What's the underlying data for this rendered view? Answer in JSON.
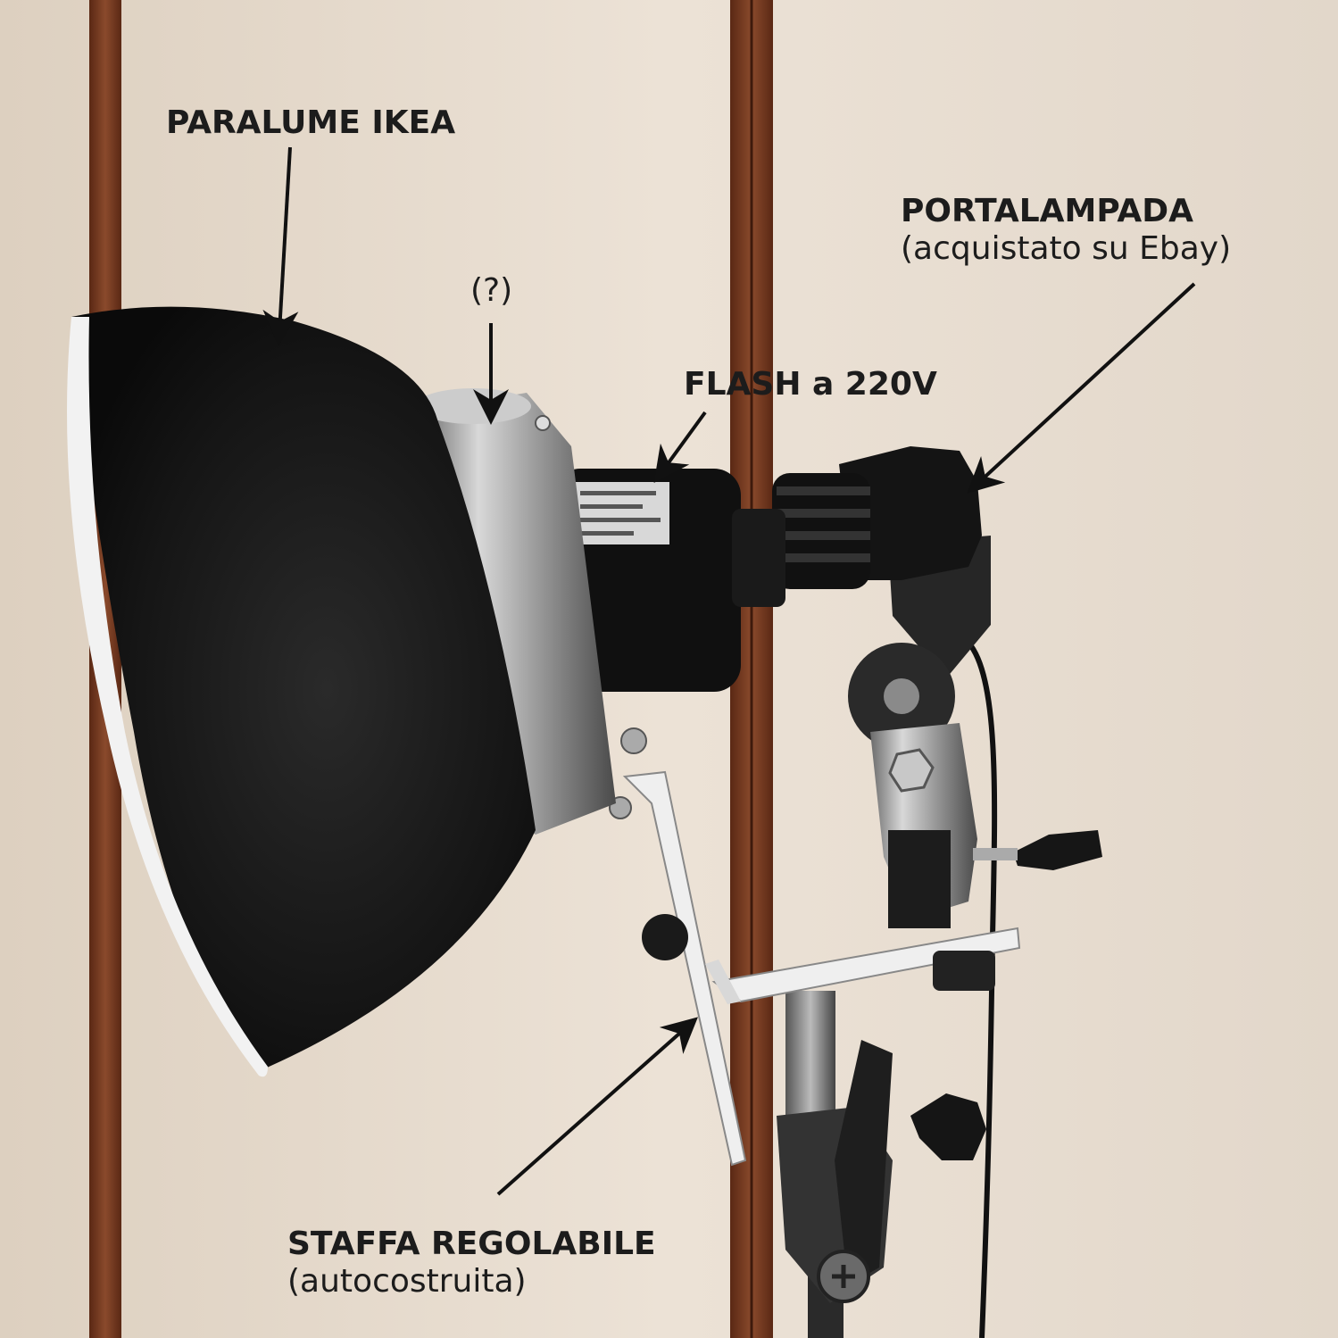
{
  "labels": {
    "paralume": "PARALUME IKEA",
    "question": "(?)",
    "flash": "FLASH a 220V",
    "portalampada_title": "PORTALAMPADA",
    "portalampada_sub": "(acquistato su Ebay)",
    "staffa_title": "STAFFA REGOLABILE",
    "staffa_sub": "(autocostruita)"
  },
  "colors": {
    "wall": "#e8ddd0",
    "trim": "#7a3a22",
    "shade": "#1a1a1a",
    "shade_rim": "#f0f0f0",
    "metal": "#b8b8b8",
    "bracket": "#e8e8e8",
    "arrow": "#111111"
  }
}
